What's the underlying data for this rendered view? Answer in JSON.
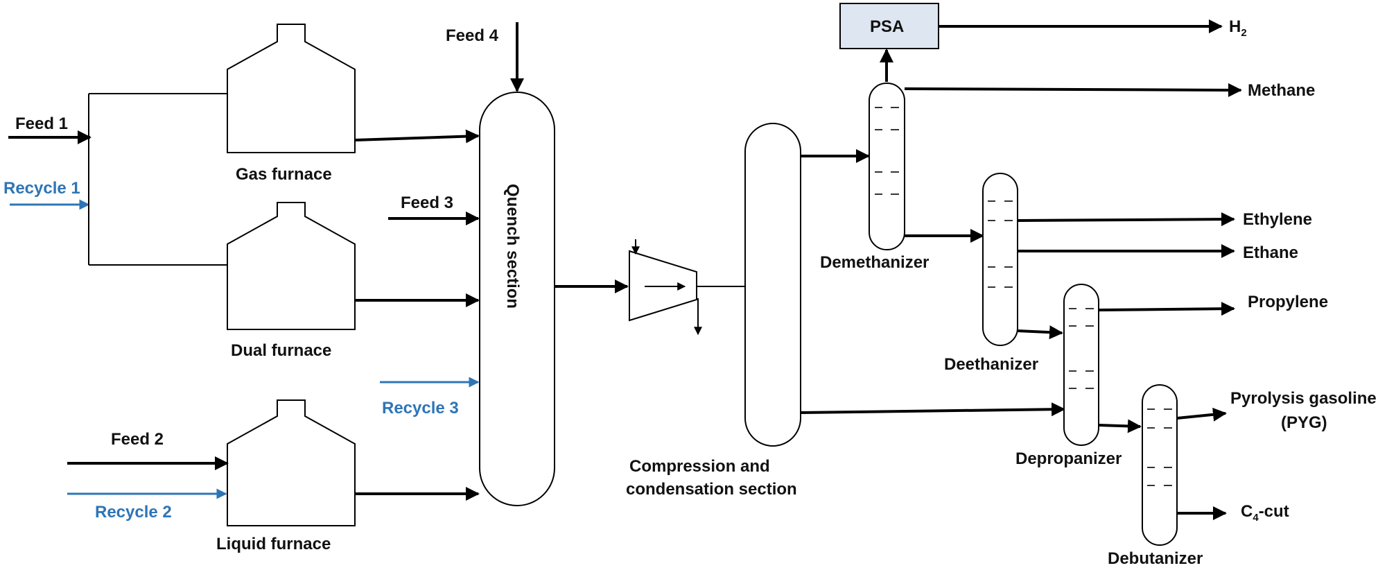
{
  "colors": {
    "line": "#000000",
    "recycle": "#2e75b6",
    "psa_fill": "#dde6f1"
  },
  "feeds": {
    "feed1": "Feed 1",
    "feed2": "Feed 2",
    "feed3": "Feed 3",
    "feed4": "Feed 4"
  },
  "recycles": {
    "recycle1": "Recycle 1",
    "recycle2": "Recycle 2",
    "recycle3": "Recycle 3"
  },
  "units": {
    "gas_furnace": "Gas furnace",
    "dual_furnace": "Dual furnace",
    "liquid_furnace": "Liquid furnace",
    "quench": "Quench section",
    "compression_line1": "Compression and",
    "compression_line2": "condensation section",
    "psa": "PSA",
    "demethanizer": "Demethanizer",
    "deethanizer": "Deethanizer",
    "depropanizer": "Depropanizer",
    "debutanizer": "Debutanizer"
  },
  "products": {
    "h2": "H",
    "h2_sub": "2",
    "methane": "Methane",
    "ethylene": "Ethylene",
    "ethane": "Ethane",
    "propylene": "Propylene",
    "pyg_line1": "Pyrolysis gasoline",
    "pyg_line2": "(PYG)",
    "c4_pre": "C",
    "c4_sub": "4",
    "c4_post": "-cut"
  }
}
